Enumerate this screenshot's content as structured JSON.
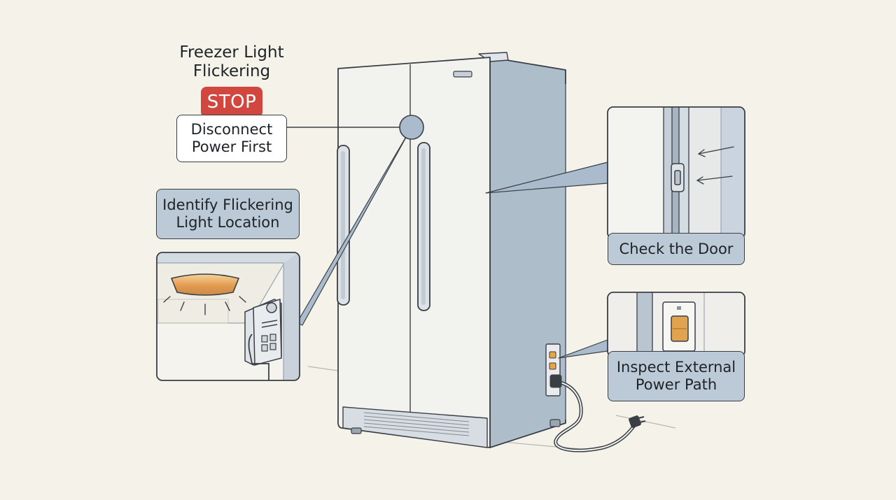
{
  "title": {
    "line1": "Freezer Light",
    "line2": "Flickering"
  },
  "stop_badge": "STOP",
  "disconnect": {
    "line1": "Disconnect",
    "line2": "Power First"
  },
  "identify": {
    "line1": "Identify Flickering",
    "line2": "Light Location"
  },
  "check_door": "Check the Door",
  "inspect": {
    "line1": "Inspect External",
    "line2": "Power Path"
  },
  "colors": {
    "background": "#f5f2ea",
    "stop_red": "#d24640",
    "label_blue": "#bccad7",
    "appliance_side": "#aebdca",
    "appliance_front": "#f2f2ef",
    "light_amber": "#e7a45a",
    "outline": "#3a3f46"
  },
  "icons": [
    "refrigerator-illustration",
    "freezer-light-icon",
    "control-panel-icon",
    "door-seal-latch-icon",
    "power-switch-icon",
    "power-cord-plug-icon"
  ]
}
